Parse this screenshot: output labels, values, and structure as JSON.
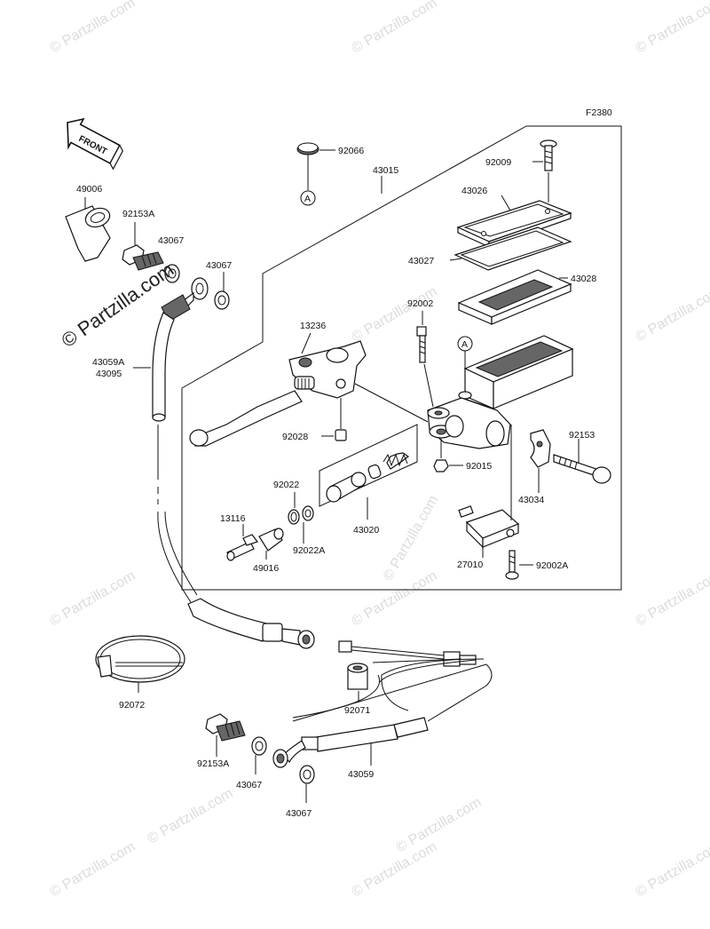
{
  "figure_code": "F2380",
  "front_label": "FRONT",
  "watermark": "© Partzilla.com",
  "watermark_main": "© Partzilla.com",
  "callouts": {
    "p92066": "92066",
    "p43015": "43015",
    "p92009": "92009",
    "p43026": "43026",
    "p43027": "43027",
    "p43028": "43028",
    "p92002": "92002",
    "p13236": "13236",
    "p92028": "92028",
    "p92015": "92015",
    "p92153": "92153",
    "p43034": "43034",
    "p27010": "27010",
    "p92002A": "92002A",
    "p92022": "92022",
    "p13116": "13116",
    "p49016": "49016",
    "p92022A": "92022A",
    "p43020": "43020",
    "p49006": "49006",
    "p92153A_top": "92153A",
    "p43067_a": "43067",
    "p43067_b": "43067",
    "p43059A": "43059A",
    "p43095": "43095",
    "p92072": "92072",
    "p92071": "92071",
    "p92153A_bot": "92153A",
    "p43067_c": "43067",
    "p43059": "43059",
    "p43067_d": "43067"
  },
  "ref_marks": {
    "a1": "A",
    "a2": "A"
  }
}
